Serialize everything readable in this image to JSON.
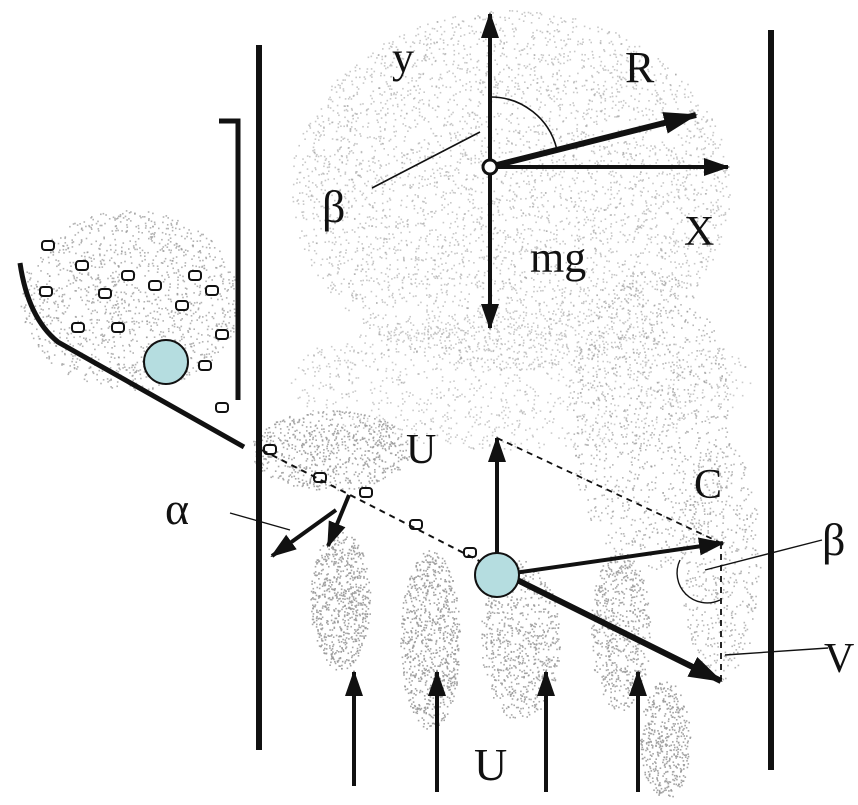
{
  "labels": {
    "y": "y",
    "R": "R",
    "beta_top": "β",
    "mg": "mg",
    "X": "X",
    "U_mid": "U",
    "C": "C",
    "alpha": "α",
    "beta_right": "β",
    "V": "V",
    "U_bottom": "U"
  },
  "colors": {
    "particle_fill": "#b5dde0",
    "line": "#111111",
    "speckle": "#9a9a9a"
  }
}
